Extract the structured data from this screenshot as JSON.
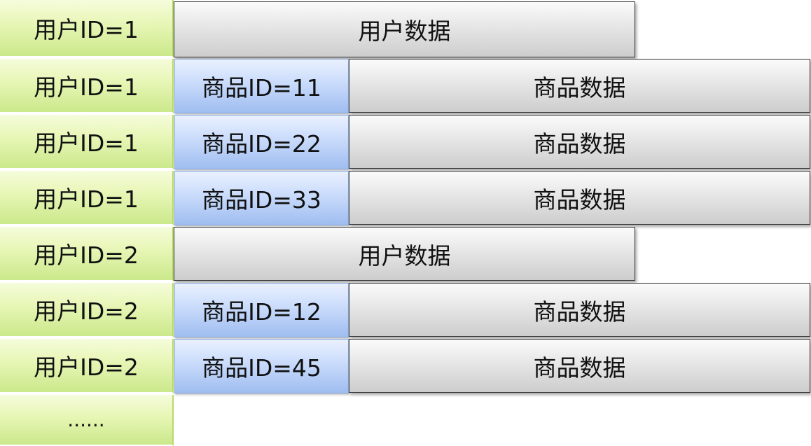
{
  "rows": [
    {
      "user": "用户ID=1",
      "data": "用户数据"
    },
    {
      "user": "用户ID=1",
      "item": "商品ID=11",
      "data": "商品数据"
    },
    {
      "user": "用户ID=1",
      "item": "商品ID=22",
      "data": "商品数据"
    },
    {
      "user": "用户ID=1",
      "item": "商品ID=33",
      "data": "商品数据"
    },
    {
      "user": "用户ID=2",
      "data": "用户数据"
    },
    {
      "user": "用户ID=2",
      "item": "商品ID=12",
      "data": "商品数据"
    },
    {
      "user": "用户ID=2",
      "item": "商品ID=45",
      "data": "商品数据"
    }
  ],
  "ellipsis": "......",
  "colors": {
    "user_key_cell": "#e6f6b4",
    "item_key_cell": "#c9dbfb",
    "data_cell": "#e6e6e6"
  }
}
